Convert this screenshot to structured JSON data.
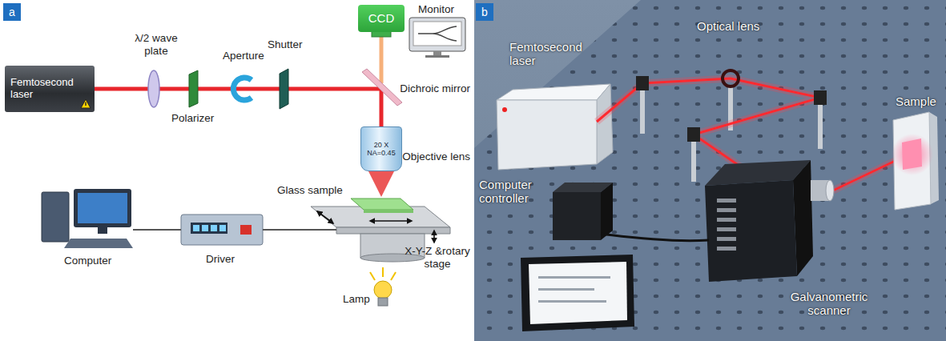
{
  "diagram": {
    "nodes": [
      {
        "text": [
          "a"
        ]
      },
      {
        "text": [
          "Femtosecond laser"
        ]
      },
      {
        "text": [
          "CCD"
        ]
      },
      {
        "text": [
          "20 X NA=0.45"
        ]
      },
      {
        "text": [
          "b"
        ]
      }
    ],
    "edges": [
      {
        "from": 1,
        "to": 3,
        "arrow": "none"
      }
    ],
    "labels": [
      "λ/2 wave plate",
      "Polarizer",
      "Aperture",
      "Shutter",
      "Dichroic mirror",
      "Monitor",
      "Objective lens",
      "Glass sample",
      "X-Y-Z &rotary stage",
      "Lamp",
      "Computer",
      "Driver",
      "Femtosecond laser",
      "Optical lens",
      "Sample",
      "Computer controller",
      "Galvanometric scanner"
    ]
  }
}
